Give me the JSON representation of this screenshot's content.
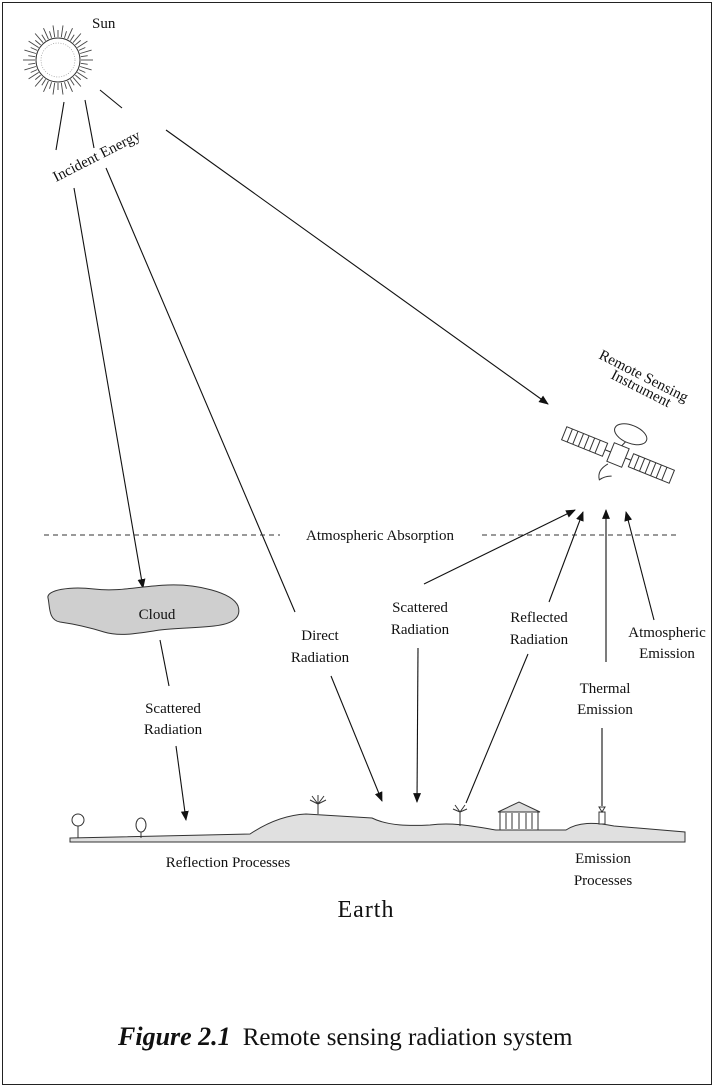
{
  "labels": {
    "sun": "Sun",
    "incident_energy": "Incident Energy",
    "remote_sensing_1": "Remote Sensing",
    "remote_sensing_2": "Instrument",
    "atmospheric_absorption": "Atmospheric Absorption",
    "cloud": "Cloud",
    "scattered_radiation_cloud_1": "Scattered",
    "scattered_radiation_cloud_2": "Radiation",
    "direct_radiation_1": "Direct",
    "direct_radiation_2": "Radiation",
    "scattered_radiation_1": "Scattered",
    "scattered_radiation_2": "Radiation",
    "reflected_radiation_1": "Reflected",
    "reflected_radiation_2": "Radiation",
    "thermal_emission_1": "Thermal",
    "thermal_emission_2": "Emission",
    "atmospheric_emission_1": "Atmospheric",
    "atmospheric_emission_2": "Emission",
    "reflection_processes": "Reflection Processes",
    "emission_processes_1": "Emission",
    "emission_processes_2": "Processes",
    "earth": "Earth"
  },
  "caption": {
    "figure_number": "Figure 2.1",
    "text": "Remote sensing radiation system"
  }
}
